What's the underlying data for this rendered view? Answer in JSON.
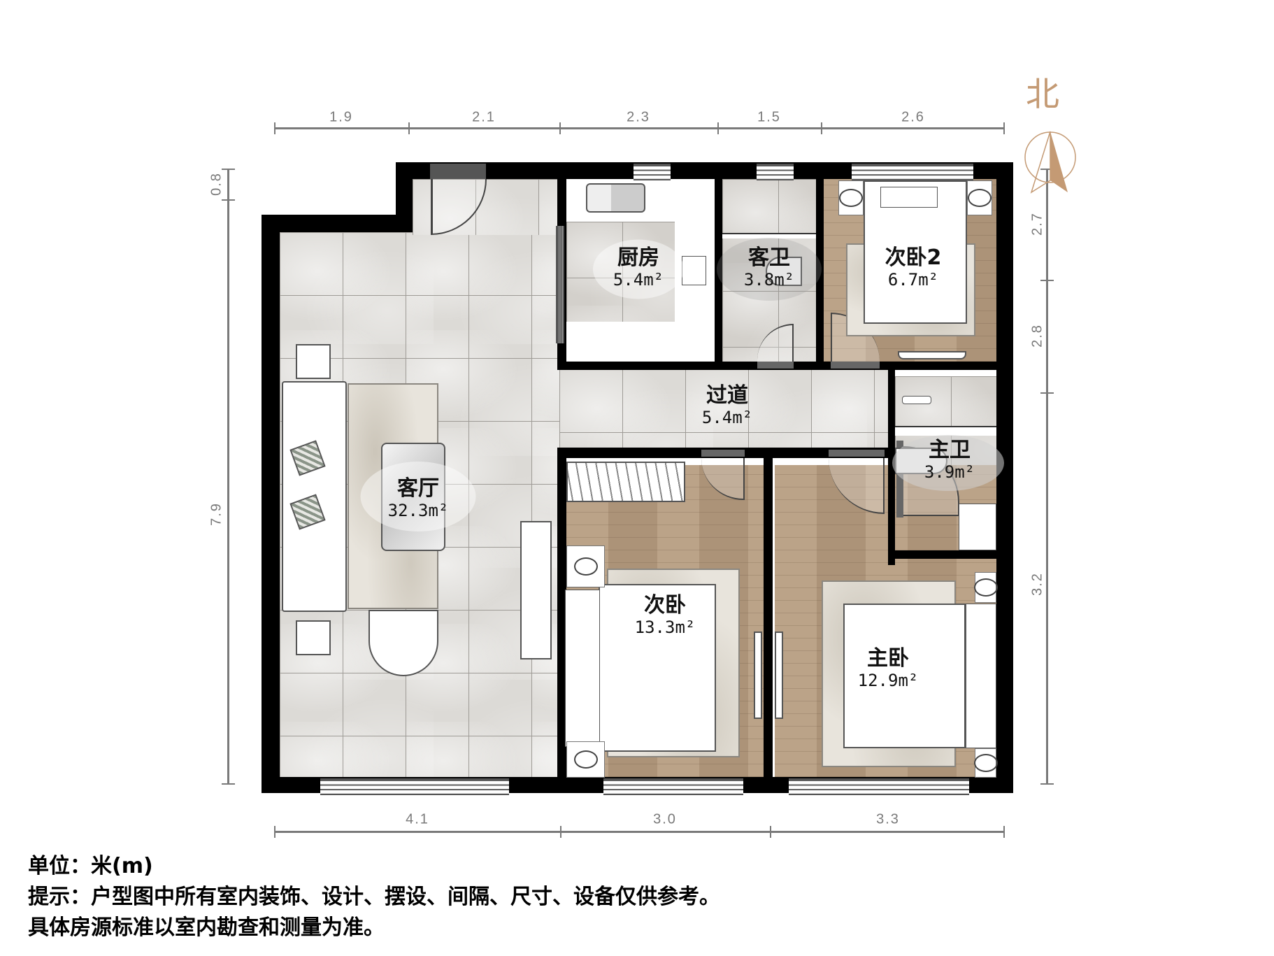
{
  "compass": {
    "label": "北",
    "icon": "north-arrow-icon",
    "color": "#c49a74"
  },
  "dimensions": {
    "top": [
      "1.9",
      "2.1",
      "2.3",
      "1.5",
      "2.6"
    ],
    "bottom": [
      "4.1",
      "3.0",
      "3.3"
    ],
    "left": [
      "0.8",
      "7.9"
    ],
    "right": [
      "2.7",
      "2.8",
      "3.2"
    ],
    "line_color": "#7a7a7a"
  },
  "rooms": {
    "living": {
      "name": "客厅",
      "area": "32.3m²"
    },
    "kitchen": {
      "name": "厨房",
      "area": "5.4m²"
    },
    "guest_bath": {
      "name": "客卫",
      "area": "3.8m²"
    },
    "bedroom2": {
      "name": "次卧2",
      "area": "6.7m²"
    },
    "corridor": {
      "name": "过道",
      "area": "5.4m²"
    },
    "master_bath": {
      "name": "主卫",
      "area": "3.9m²"
    },
    "second_bedroom": {
      "name": "次卧",
      "area": "13.3m²"
    },
    "master_bedroom": {
      "name": "主卧",
      "area": "12.9m²"
    }
  },
  "notes": {
    "unit": "单位：米(m)",
    "tip": "提示：户型图中所有室内装饰、设计、摆设、间隔、尺寸、设备仅供参考。",
    "disclaimer": "具体房源标准以室内勘查和测量为准。"
  },
  "colors": {
    "wall": "#000000",
    "tile_floor": "#dcdad6",
    "wood_floor": "#b59b7e",
    "kitchen_floor": "#ffffff"
  }
}
